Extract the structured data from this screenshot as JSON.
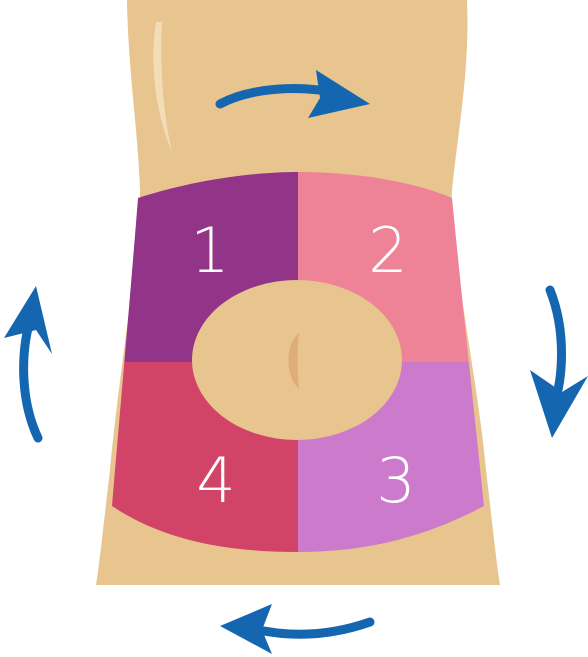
{
  "colors": {
    "skin": "#E8C48E",
    "skin_shadow": "#E0B27E",
    "highlight": "#F3DDB6",
    "arrow": "#1566B0",
    "quadrant_1": "#923487",
    "quadrant_2": "#EE8296",
    "quadrant_3": "#CC7ACC",
    "quadrant_4": "#D14468",
    "background": "#FFFFFF"
  },
  "quadrants": [
    {
      "label": "1",
      "position": "top-left",
      "color_key": "quadrant_1"
    },
    {
      "label": "2",
      "position": "top-right",
      "color_key": "quadrant_2"
    },
    {
      "label": "3",
      "position": "bottom-right",
      "color_key": "quadrant_3"
    },
    {
      "label": "4",
      "position": "bottom-left",
      "color_key": "quadrant_4"
    }
  ],
  "arrows": [
    {
      "name": "arrow-top",
      "direction": "right"
    },
    {
      "name": "arrow-right",
      "direction": "down"
    },
    {
      "name": "arrow-bottom",
      "direction": "left"
    },
    {
      "name": "arrow-left",
      "direction": "up"
    }
  ],
  "rotation": "clockwise",
  "icons": [
    "belly-button-icon",
    "curved-arrow-icon"
  ]
}
